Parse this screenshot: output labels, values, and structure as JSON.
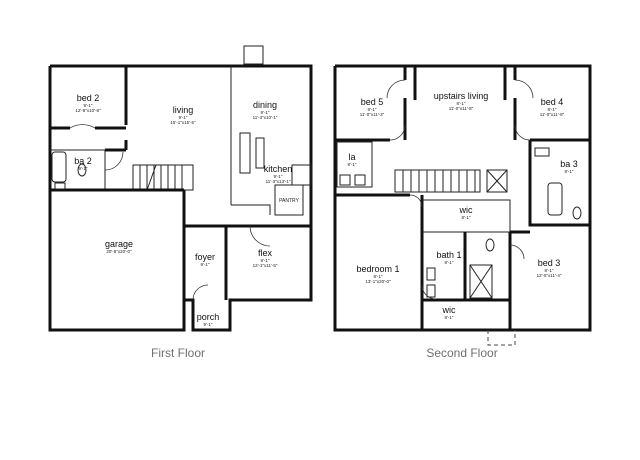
{
  "captions": {
    "first_floor": "First Floor",
    "second_floor": "Second Floor"
  },
  "first_floor": {
    "bed2": {
      "name": "bed 2",
      "dims": "12'-8\"x10'-8\"",
      "ceil": "9'-1\""
    },
    "living": {
      "name": "living",
      "dims": "15'-1\"x15'-5\"",
      "ceil": "9'-1\""
    },
    "dining": {
      "name": "dining",
      "dims": "11'-3\"x10'-1\"",
      "ceil": "9'-1\""
    },
    "kitchen": {
      "name": "kitchen",
      "dims": "11'-3\"x13'-1\"",
      "ceil": "9'-1\""
    },
    "ba2": {
      "name": "ba 2",
      "ceil": "9'-1\""
    },
    "garage": {
      "name": "garage",
      "dims": "20'-5\"x20'-0\""
    },
    "foyer": {
      "name": "foyer",
      "ceil": "9'-1\""
    },
    "flex": {
      "name": "flex",
      "dims": "12'-1\"x11'-5\"",
      "ceil": "9'-1\""
    },
    "porch": {
      "name": "porch",
      "ceil": "9'-1\""
    },
    "pantry": "PANTRY"
  },
  "second_floor": {
    "bed5": {
      "name": "bed 5",
      "dims": "11'-0\"x11'-3\"",
      "ceil": "8'-1\""
    },
    "upliv": {
      "name": "upstairs living",
      "dims": "11'-0\"x11'-8\"",
      "ceil": "8'-1\""
    },
    "bed4": {
      "name": "bed 4",
      "dims": "11'-0\"x11'-8\"",
      "ceil": "8'-1\""
    },
    "la": {
      "name": "la",
      "ceil": "8'-1\""
    },
    "ba3": {
      "name": "ba 3",
      "ceil": "8'-1\""
    },
    "wic1": {
      "name": "wic",
      "ceil": "8'-1\""
    },
    "bedroom1": {
      "name": "bedroom 1",
      "dims": "13'-1\"x20'-0\"",
      "ceil": "8'-1\""
    },
    "bath1": {
      "name": "bath 1",
      "ceil": "8'-1\""
    },
    "bed3": {
      "name": "bed 3",
      "dims": "12'-5\"x11'-4\"",
      "ceil": "8'-1\""
    },
    "wic2": {
      "name": "wic",
      "ceil": "8'-1\""
    }
  }
}
